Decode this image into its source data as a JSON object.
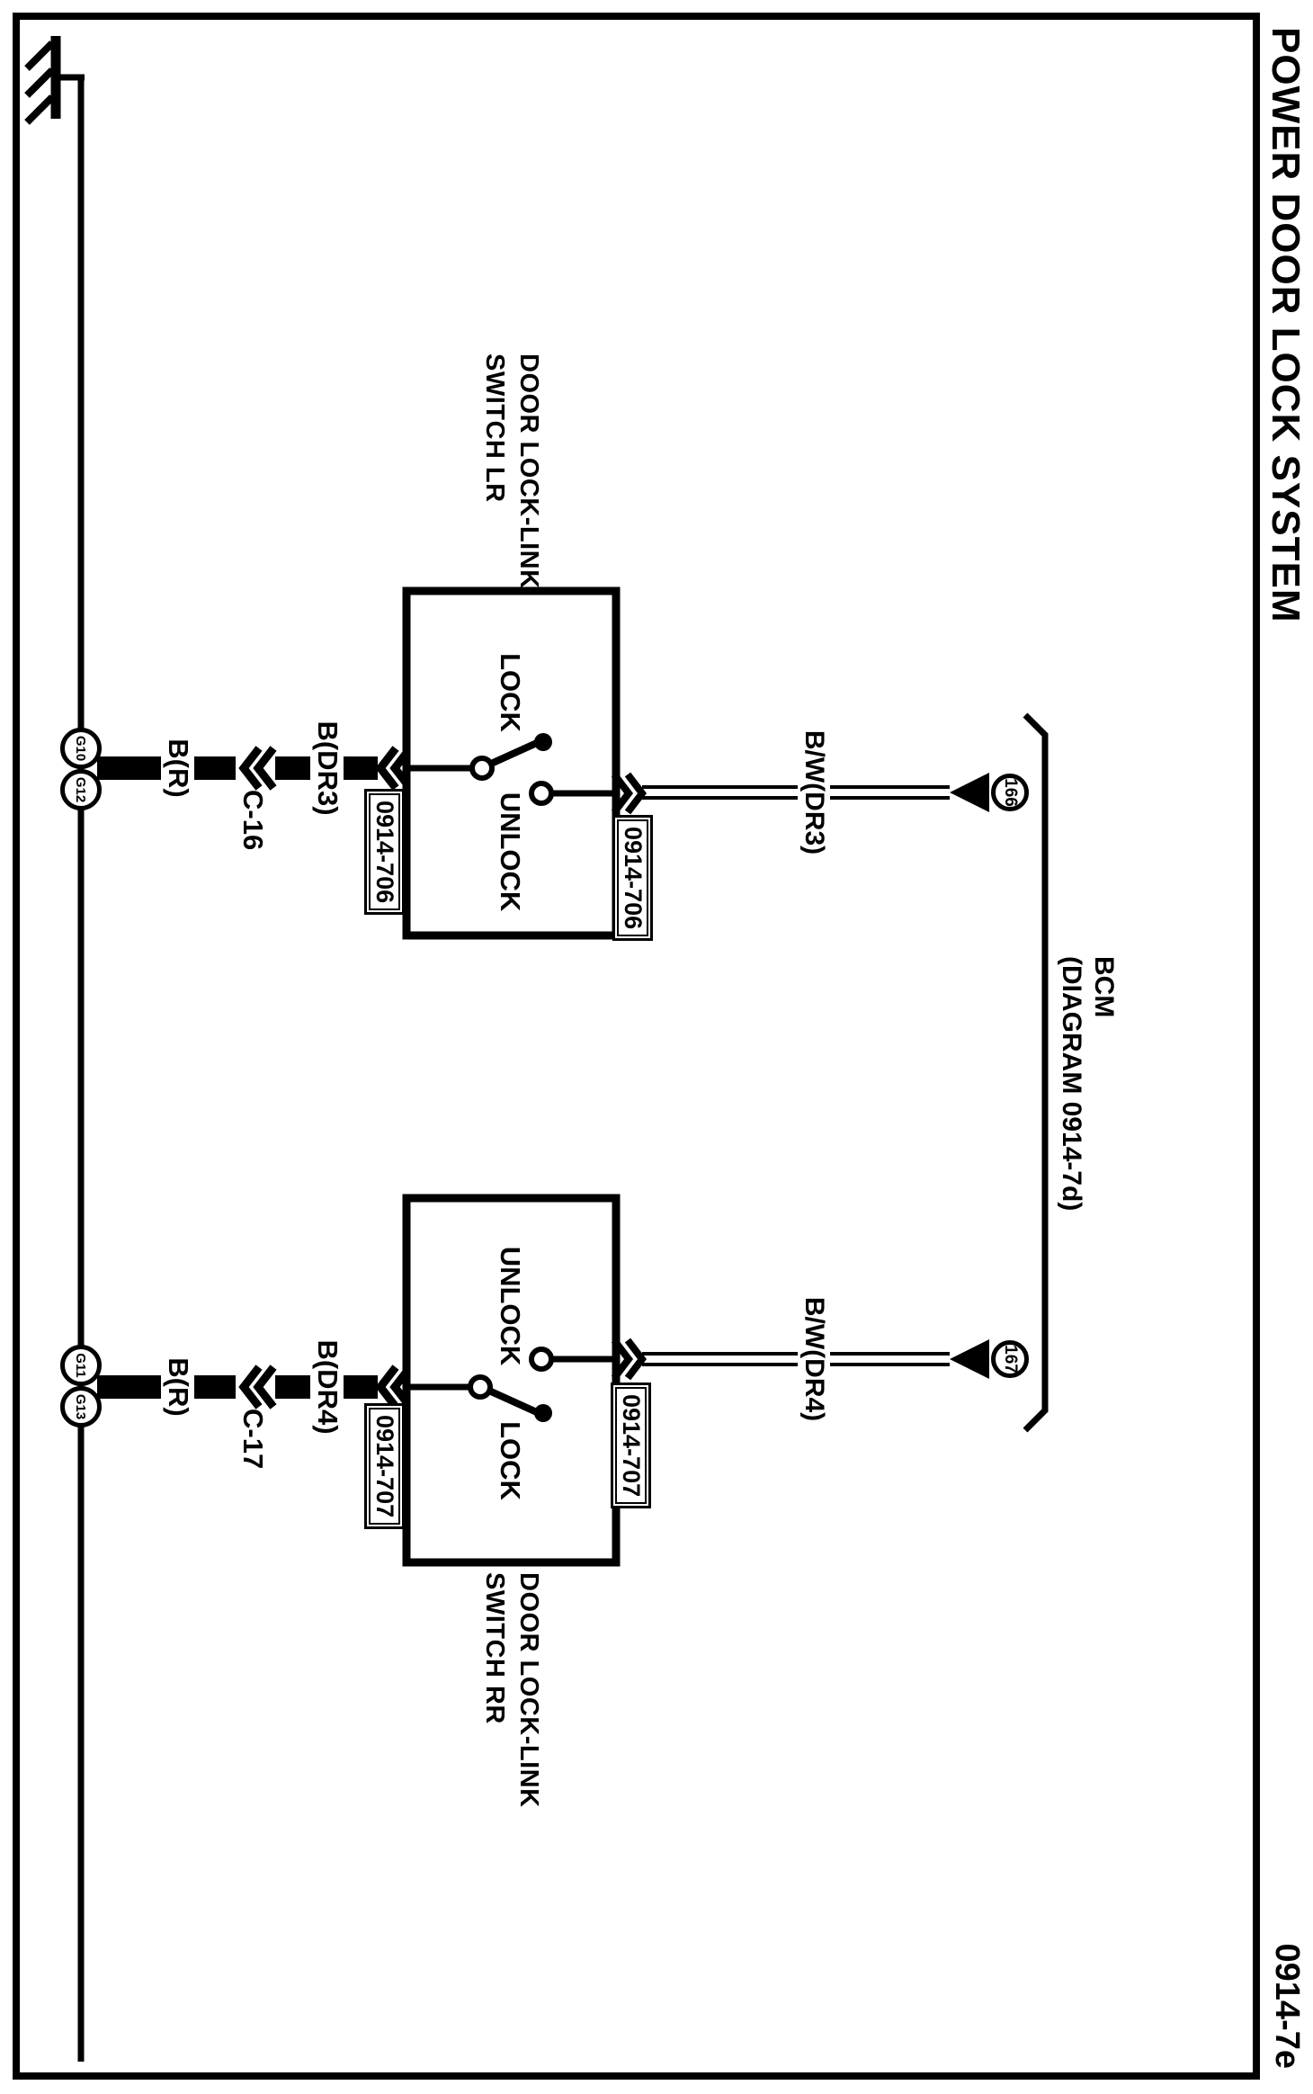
{
  "page": {
    "title": "POWER DOOR LOCK SYSTEM",
    "diagram_number": "0914-7e"
  },
  "bcm": {
    "label": "BCM",
    "diagram_ref": "(DIAGRAM 0914-7d)"
  },
  "colors": {
    "line": "#000000",
    "background": "#ffffff"
  },
  "switches": [
    {
      "label_line1": "DOOR LOCK-LINK",
      "label_line2": "SWITCH LR",
      "lock_label": "LOCK",
      "unlock_label": "UNLOCK",
      "connector_label_ground_side": "0914-706",
      "connector_label_bcm_side": "0914-706",
      "ground_wire_color": "B(R)",
      "inline_connector": "C-16",
      "door_wire_color": "B(DR3)",
      "bcm_wire_color": "B/W(DR3)",
      "bcm_pin": "166",
      "ground_top": "G10",
      "ground_bottom": "G12"
    },
    {
      "label_line1": "DOOR LOCK-LINK",
      "label_line2": "SWITCH RR",
      "lock_label": "LOCK",
      "unlock_label": "UNLOCK",
      "connector_label_ground_side": "0914-707",
      "connector_label_bcm_side": "0914-707",
      "ground_wire_color": "B(R)",
      "inline_connector": "C-17",
      "door_wire_color": "B(DR4)",
      "bcm_wire_color": "B/W(DR4)",
      "bcm_pin": "167",
      "ground_top": "G11",
      "ground_bottom": "G13"
    }
  ]
}
